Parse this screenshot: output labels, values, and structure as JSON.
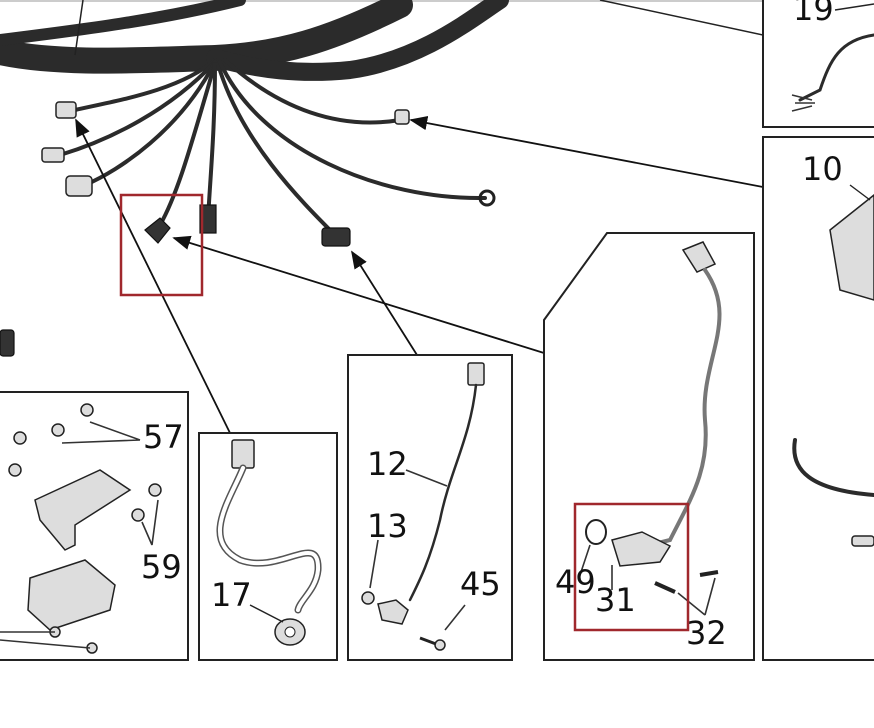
{
  "diagram": {
    "labels": {
      "l19": "19",
      "l10": "10",
      "l57": "57",
      "l59": "59",
      "l17": "17",
      "l12": "12",
      "l13": "13",
      "l45": "45",
      "l49": "49",
      "l31": "31",
      "l32": "32"
    },
    "highlight_color": "#a0282d"
  }
}
